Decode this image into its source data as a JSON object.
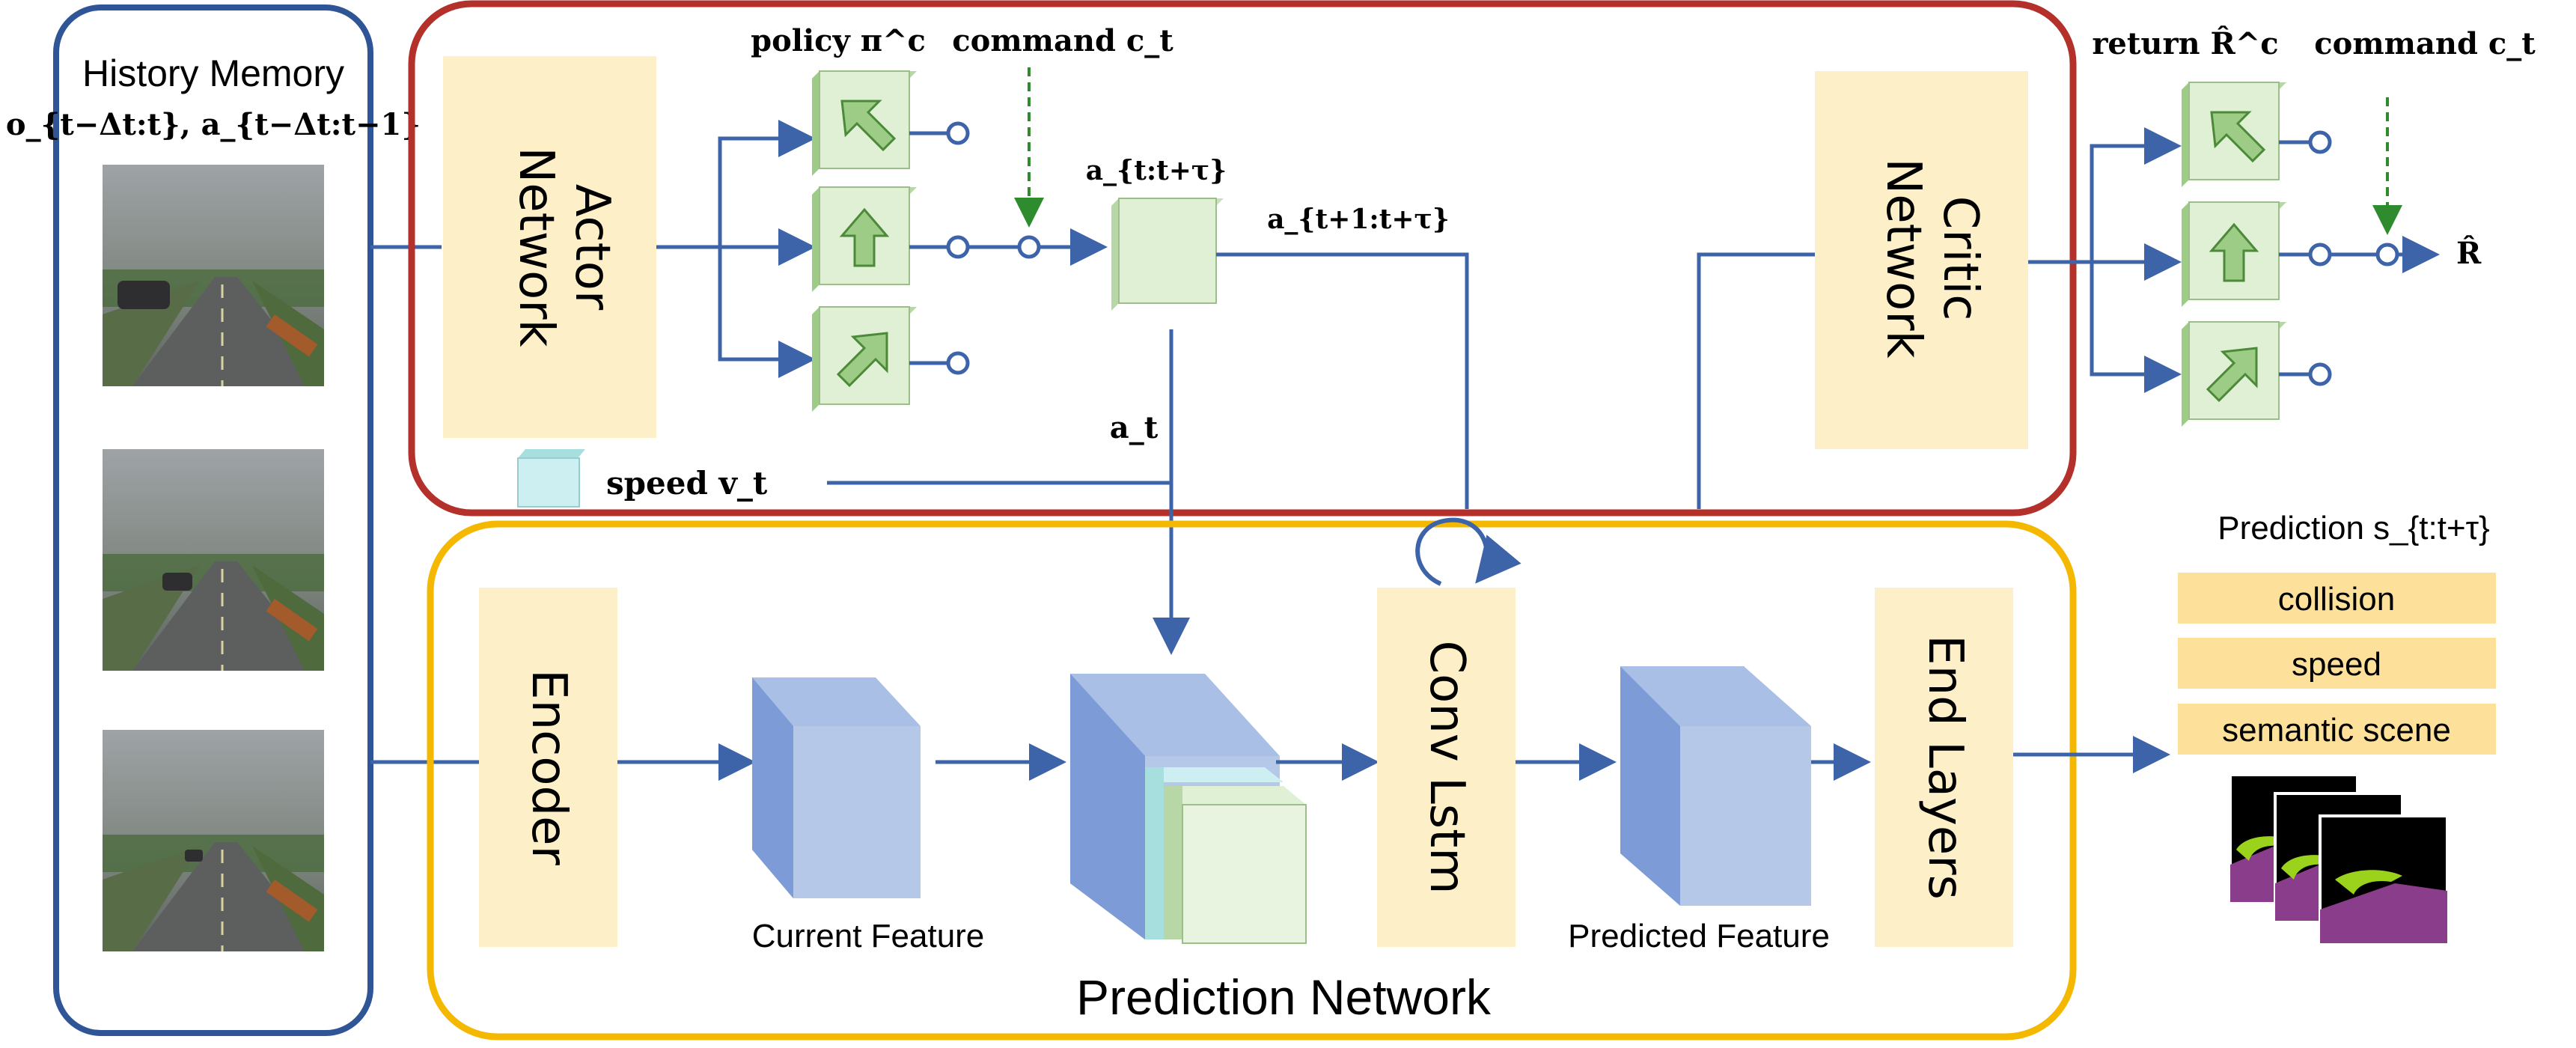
{
  "history": {
    "title": "History Memory",
    "subtitle": "o_{t−Δt:t}, a_{t−Δt:t−1}"
  },
  "actor": {
    "label_line1": "Actor",
    "label_line2": "Network",
    "policy_label": "policy π^c",
    "command_label": "command c_t",
    "action_seq_label": "a_{t:t+τ}",
    "action_next_label": "a_{t+1:t+τ}",
    "action_label": "a_t",
    "speed_label": "speed v_t"
  },
  "critic": {
    "label_line1": "Critic",
    "label_line2": "Network",
    "return_label": "return R̂^c",
    "command_label": "command c_t",
    "output_label": "R̂"
  },
  "prediction_network": {
    "title": "Prediction Network",
    "encoder_label": "Encoder",
    "current_feature_label": "Current Feature",
    "conv_lstm_label": "Conv Lstm",
    "predicted_feature_label": "Predicted Feature",
    "end_layers_label": "End Layers"
  },
  "prediction_outputs": {
    "title": "Prediction s_{t:t+τ}",
    "items": [
      "collision",
      "speed",
      "semantic scene"
    ]
  },
  "colors": {
    "history_border": "#2f5597",
    "actor_critic_border": "#b3302b",
    "prediction_border": "#f5b800",
    "network_block": "#fdefc7",
    "output_bar": "#fde19a",
    "arrow": "#3d63a8",
    "command_arrow": "#2e8b2e",
    "feature_front": "#b5c8e8",
    "feature_side": "#7d9bd6",
    "action_box": "#dff0d4"
  }
}
